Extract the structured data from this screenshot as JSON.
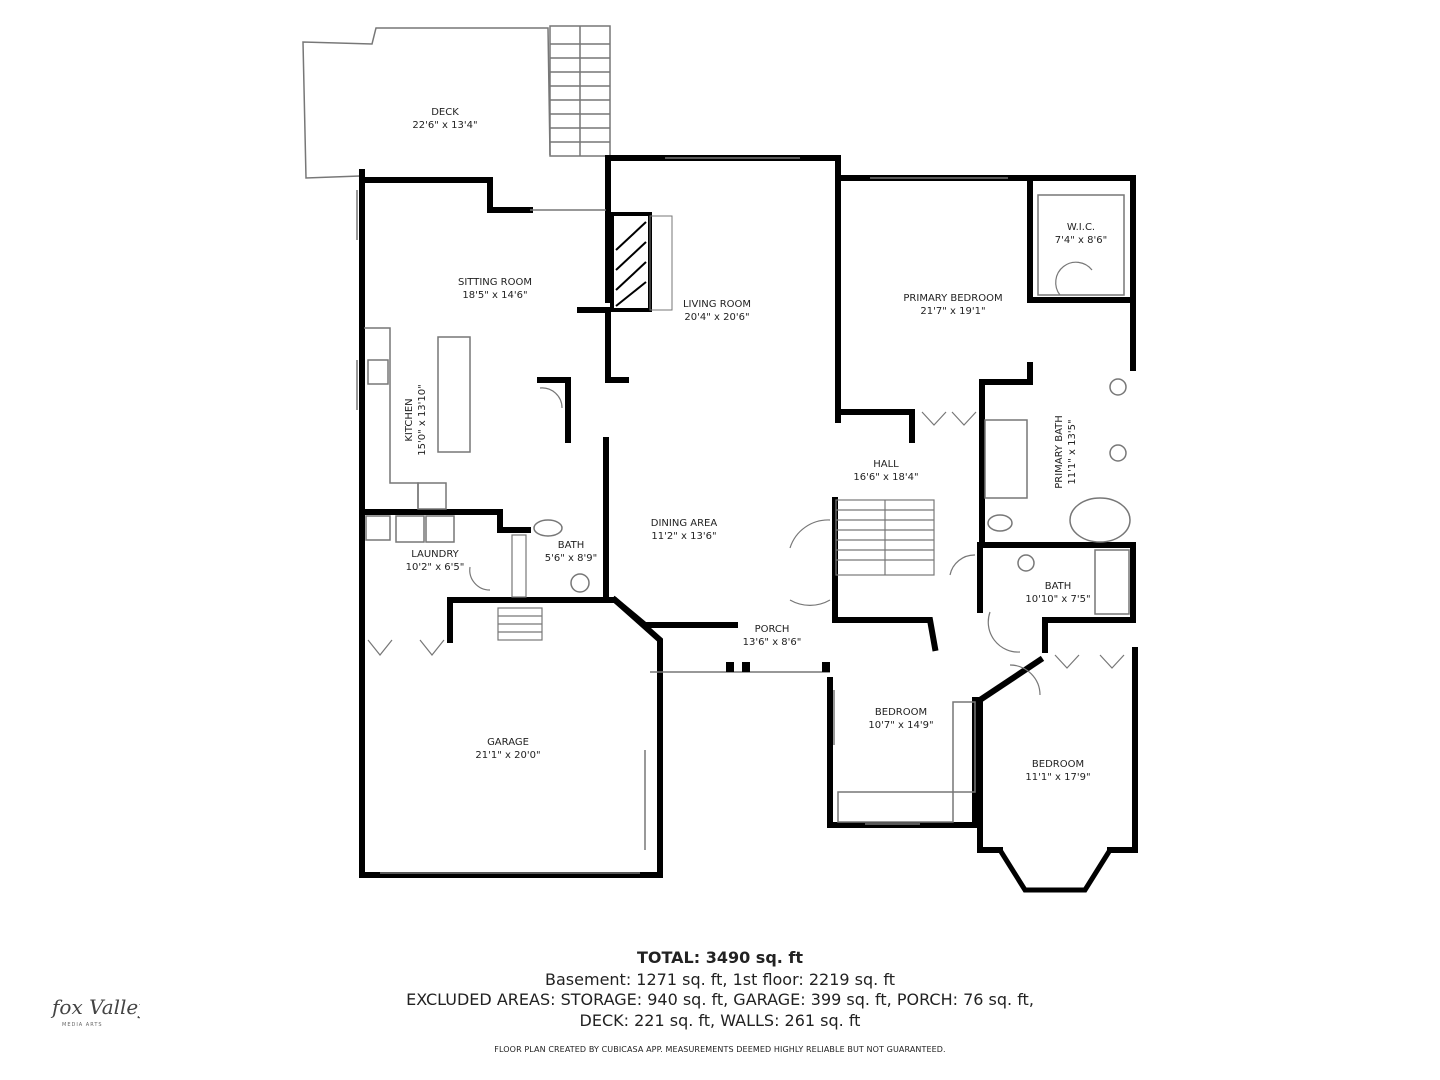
{
  "rooms": {
    "deck": {
      "name": "DECK",
      "dim": "22'6\" x 13'4\""
    },
    "sitting": {
      "name": "SITTING ROOM",
      "dim": "18'5\" x 14'6\""
    },
    "kitchen": {
      "name": "KITCHEN",
      "dim": "15'0\" x 13'10\""
    },
    "living": {
      "name": "LIVING ROOM",
      "dim": "20'4\" x 20'6\""
    },
    "wic": {
      "name": "W.I.C.",
      "dim": "7'4\" x 8'6\""
    },
    "primary_bed": {
      "name": "PRIMARY BEDROOM",
      "dim": "21'7\" x 19'1\""
    },
    "primary_bath": {
      "name": "PRIMARY BATH",
      "dim": "11'1\" x 13'5\""
    },
    "hall": {
      "name": "HALL",
      "dim": "16'6\" x 18'4\""
    },
    "dining": {
      "name": "DINING AREA",
      "dim": "11'2\" x 13'6\""
    },
    "bath1": {
      "name": "BATH",
      "dim": "5'6\" x 8'9\""
    },
    "laundry": {
      "name": "LAUNDRY",
      "dim": "10'2\" x 6'5\""
    },
    "bath2": {
      "name": "BATH",
      "dim": "10'10\" x 7'5\""
    },
    "porch": {
      "name": "PORCH",
      "dim": "13'6\" x 8'6\""
    },
    "bedroom1": {
      "name": "BEDROOM",
      "dim": "10'7\" x 14'9\""
    },
    "bedroom2": {
      "name": "BEDROOM",
      "dim": "11'1\" x 17'9\""
    },
    "garage": {
      "name": "GARAGE",
      "dim": "21'1\" x 20'0\""
    }
  },
  "summary": {
    "total": "TOTAL: 3490 sq. ft",
    "line1": "Basement: 1271 sq. ft, 1st floor: 2219 sq. ft",
    "line2": "EXCLUDED AREAS: STORAGE: 940 sq. ft, GARAGE: 399 sq. ft, PORCH: 76 sq. ft,",
    "line3": "DECK: 221 sq. ft, WALLS: 261 sq. ft",
    "disclaimer": "FLOOR PLAN CREATED BY CUBICASA APP. MEASUREMENTS DEEMED HIGHLY RELIABLE BUT NOT GUARANTEED."
  },
  "logo": {
    "text": "fox Valley",
    "sub": "MEDIA ARTS"
  },
  "colors": {
    "wall": "#000000",
    "thin": "#777777"
  }
}
